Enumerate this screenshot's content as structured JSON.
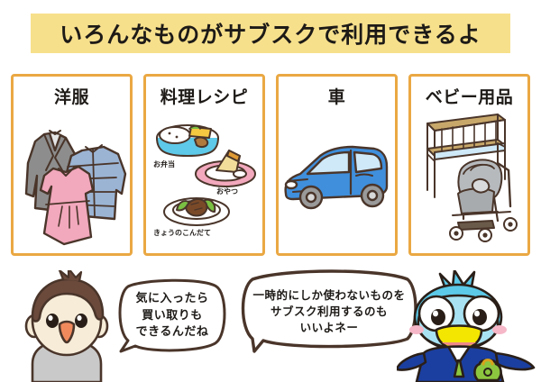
{
  "banner": {
    "title": "いろんなものがサブスクで利用できるよ",
    "bg_color": "#f7e08c",
    "text_color": "#1d1a17"
  },
  "cards": {
    "border_color": "#eaa843",
    "items": [
      {
        "label": "洋服",
        "art": "clothes-illustration",
        "captions": []
      },
      {
        "label": "料理レシピ",
        "art": "cooking-recipes-illustration",
        "captions": [
          "お弁当",
          "おやつ",
          "きょうのこんだて"
        ]
      },
      {
        "label": "車",
        "art": "car-illustration",
        "captions": []
      },
      {
        "label": "ベビー用品",
        "art": "baby-goods-illustration",
        "captions": []
      }
    ]
  },
  "characters": {
    "kid": {
      "name": "child-character",
      "hair_color": "#6b4a3c",
      "skin_color": "#f6ecd8",
      "shirt_color": "#c9c9c9",
      "bubble": {
        "lines": [
          "気に入ったら",
          "買い取りも",
          "できるんだね"
        ]
      }
    },
    "bird": {
      "name": "bird-mascot-character",
      "head_color": "#5cc9e8",
      "face_color": "#a8e2f2",
      "beak_color": "#f3e600",
      "suit_color": "#1b3fa0",
      "tie_color": "#8cc63f",
      "purse_color": "#8cc63f",
      "bubble": {
        "lines": [
          "一時的にしか使わないものを",
          "サブスク利用するのも",
          "いいよネー"
        ]
      }
    }
  },
  "palette": {
    "outline": "#4a352a",
    "banner_yellow": "#f7e08c",
    "card_orange": "#eaa843",
    "car_blue": "#3f8fdc",
    "dress_pink": "#f2a8bd",
    "jacket_gray": "#8d8d8d",
    "puffer_blue": "#9bb4d4",
    "crib_wood": "#c8a86a",
    "stroller_gray": "#a8abad"
  }
}
